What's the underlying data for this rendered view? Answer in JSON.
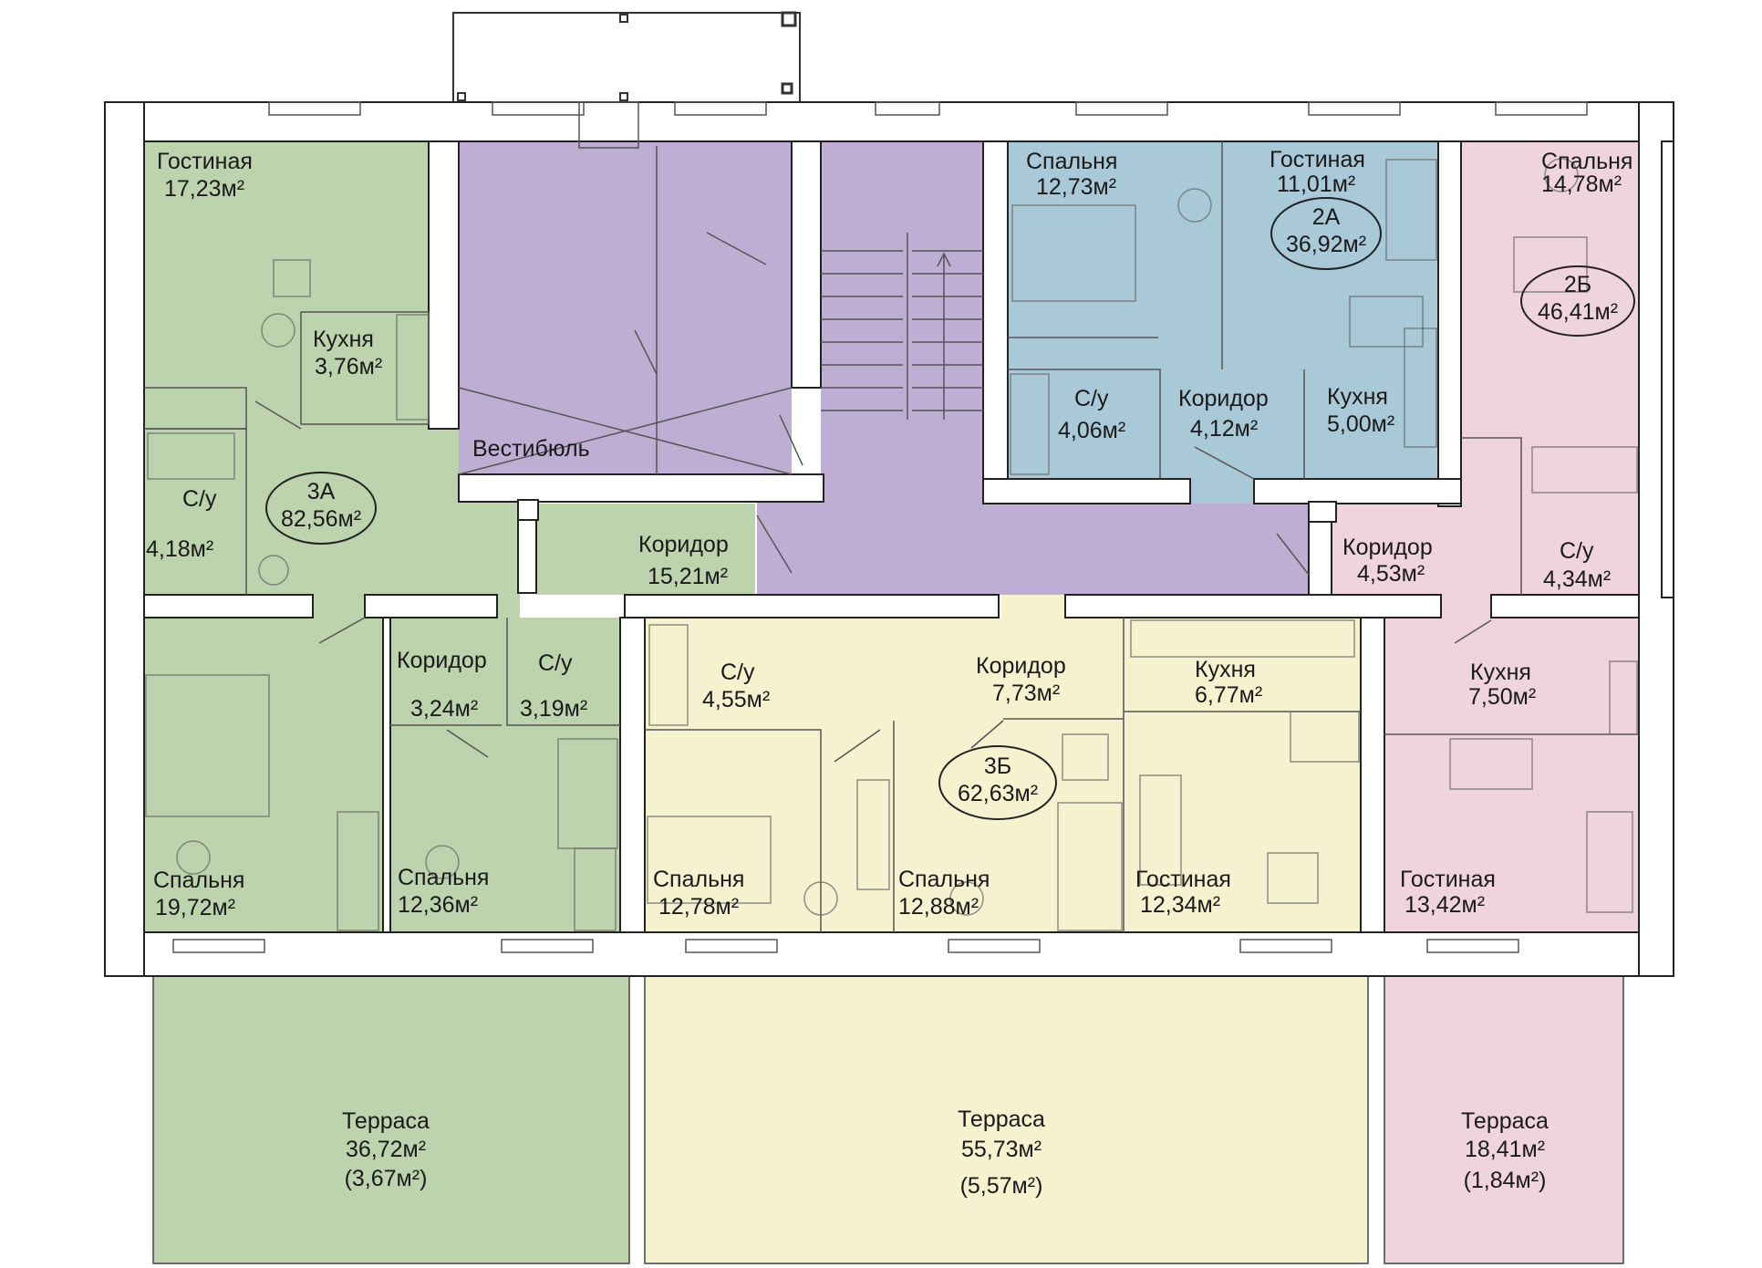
{
  "colors": {
    "apt_3a": "#bcd3ad",
    "apt_2a": "#a9c9d8",
    "apt_2b": "#f0d4dc",
    "apt_3b": "#f6f1cf",
    "common": "#bfaed4",
    "wall": "#ffffff",
    "line": "#222222"
  },
  "apartments": [
    {
      "id": "apt-3a",
      "name": "3А",
      "area": "82,56м²"
    },
    {
      "id": "apt-2a",
      "name": "2А",
      "area": "36,92м²"
    },
    {
      "id": "apt-2b",
      "name": "2Б",
      "area": "46,41м²"
    },
    {
      "id": "apt-3b",
      "name": "3Б",
      "area": "62,63м²"
    }
  ],
  "rooms": [
    {
      "id": "3a-living",
      "name": "Гостиная",
      "area": "17,23м²"
    },
    {
      "id": "3a-kitchen",
      "name": "Кухня",
      "area": "3,76м²"
    },
    {
      "id": "3a-bath",
      "name": "С/у",
      "area": "4,18м²"
    },
    {
      "id": "3a-corridor",
      "name": "Коридор",
      "area": "15,21м²"
    },
    {
      "id": "3a-bed1",
      "name": "Спальня",
      "area": "19,72м²"
    },
    {
      "id": "3a-corridor2",
      "name": "Коридор",
      "area": "3,24м²"
    },
    {
      "id": "3a-bath2",
      "name": "С/у",
      "area": "3,19м²"
    },
    {
      "id": "3a-bed2",
      "name": "Спальня",
      "area": "12,36м²"
    },
    {
      "id": "lobby",
      "name": "Вестибюль",
      "area": ""
    },
    {
      "id": "2a-bed",
      "name": "Спальня",
      "area": "12,73м²"
    },
    {
      "id": "2a-living",
      "name": "Гостиная",
      "area": "11,01м²"
    },
    {
      "id": "2a-bath",
      "name": "С/у",
      "area": "4,06м²"
    },
    {
      "id": "2a-corridor",
      "name": "Коридор",
      "area": "4,12м²"
    },
    {
      "id": "2a-kitchen",
      "name": "Кухня",
      "area": "5,00м²"
    },
    {
      "id": "2b-bed",
      "name": "Спальня",
      "area": "14,78м²"
    },
    {
      "id": "2b-corridor",
      "name": "Коридор",
      "area": "4,53м²"
    },
    {
      "id": "2b-bath",
      "name": "С/у",
      "area": "4,34м²"
    },
    {
      "id": "2b-kitchen",
      "name": "Кухня",
      "area": "7,50м²"
    },
    {
      "id": "2b-living",
      "name": "Гостиная",
      "area": "13,42м²"
    },
    {
      "id": "3b-bath",
      "name": "С/у",
      "area": "4,55м²"
    },
    {
      "id": "3b-corridor",
      "name": "Коридор",
      "area": "7,73м²"
    },
    {
      "id": "3b-kitchen",
      "name": "Кухня",
      "area": "6,77м²"
    },
    {
      "id": "3b-bed1",
      "name": "Спальня",
      "area": "12,78м²"
    },
    {
      "id": "3b-bed2",
      "name": "Спальня",
      "area": "12,88м²"
    },
    {
      "id": "3b-living",
      "name": "Гостиная",
      "area": "12,34м²"
    }
  ],
  "terraces": [
    {
      "id": "terrace-3a",
      "name": "Терраса",
      "area": "36,72м²",
      "reduced": "(3,67м²)"
    },
    {
      "id": "terrace-3b",
      "name": "Терраса",
      "area": "55,73м²",
      "reduced": "(5,57м²)"
    },
    {
      "id": "terrace-2b",
      "name": "Терраса",
      "area": "18,41м²",
      "reduced": "(1,84м²)"
    }
  ]
}
